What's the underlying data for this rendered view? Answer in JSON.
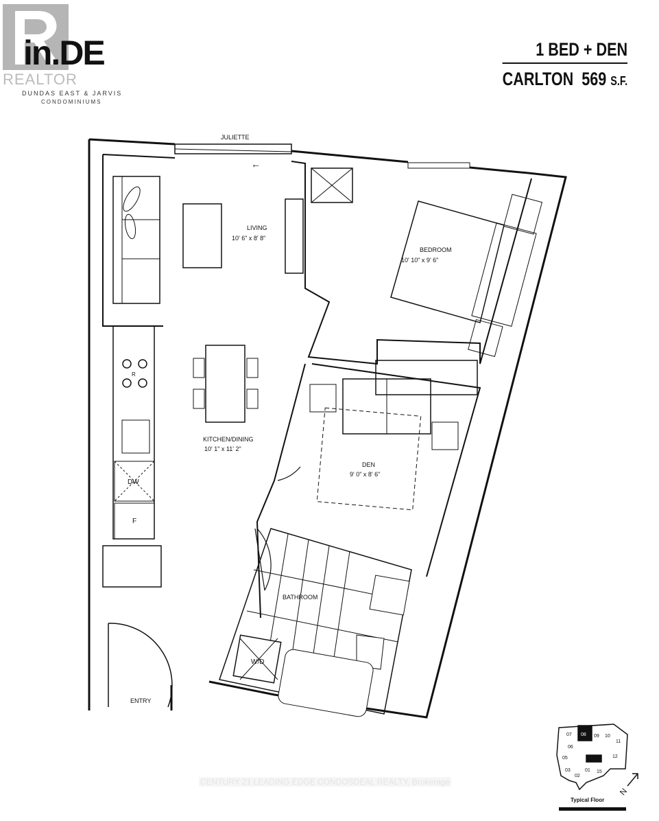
{
  "header": {
    "logo_text": "in.DE",
    "logo_sub1": "DUNDAS EAST & JARVIS",
    "logo_sub2": "CONDOMINIUMS",
    "realtor_watermark": "REALTOR",
    "unit_type": "1 BED + DEN",
    "model": "CARLTON",
    "area": "569",
    "area_unit": "S.F."
  },
  "plan": {
    "juliette": "JULIETTE",
    "living": {
      "name": "LIVING",
      "dims": "10' 6\" x 8' 8\""
    },
    "bedroom": {
      "name": "BEDROOM",
      "dims": "10' 10\" x 9' 6\""
    },
    "kitchen": {
      "name": "KITCHEN/DINING",
      "dims": "10' 1\" x 11' 2\""
    },
    "den": {
      "name": "DEN",
      "dims": "9' 0\" x 8' 6\""
    },
    "bathroom": {
      "name": "BATHROOM"
    },
    "wd": "W/D",
    "dw": "DW",
    "fridge": "F",
    "range": "R",
    "entry": "ENTRY"
  },
  "keyplan": {
    "units": [
      "07",
      "08",
      "09",
      "10",
      "11",
      "06",
      "05",
      "12",
      "03",
      "02",
      "01",
      "15"
    ],
    "highlighted": "08",
    "caption": "Typical Floor",
    "north": "N"
  },
  "watermark": "CENTURY 21 LEADING EDGE CONDOSDEAL REALTY, Brokerage"
}
